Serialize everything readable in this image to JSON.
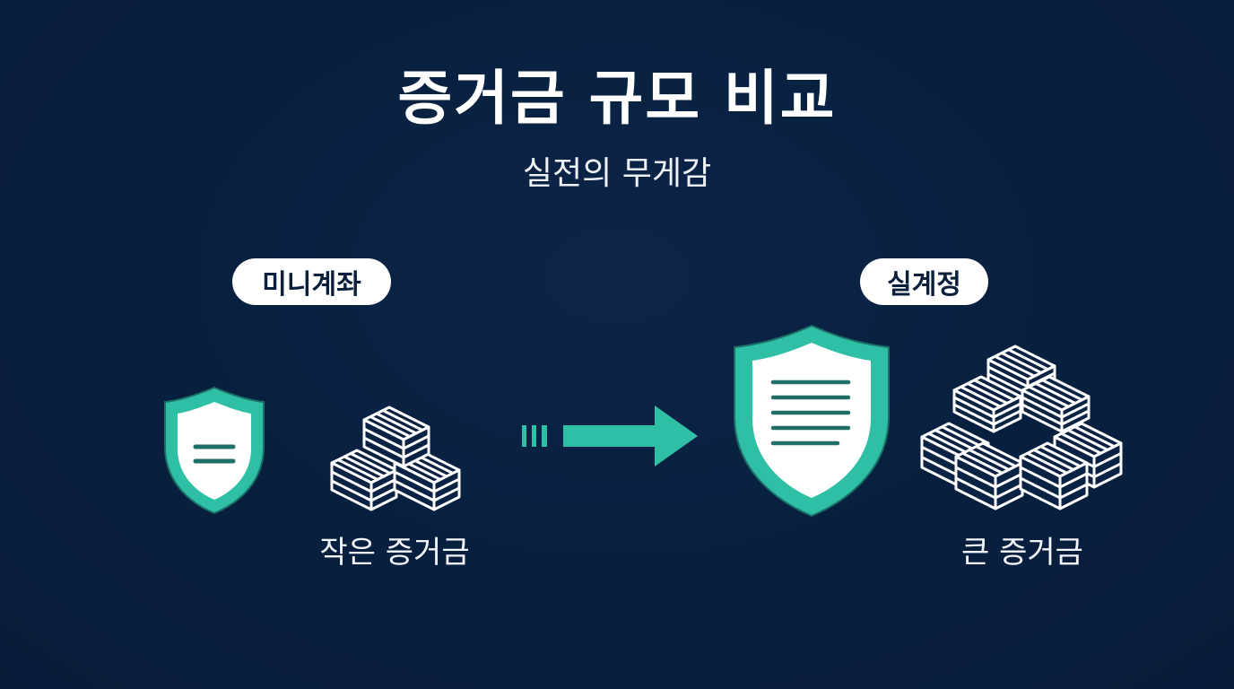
{
  "title": "증거금 규모 비교",
  "subtitle": "실전의 무게감",
  "left": {
    "label": "미니계좌",
    "caption": "작은 증거금"
  },
  "right": {
    "label": "실계정",
    "caption": "큰 증거금"
  },
  "colors": {
    "background": "#08203f",
    "accent": "#2fbfa5",
    "shield_fill": "#ffffff",
    "line": "#1f6f66"
  },
  "icons": {
    "shield": "shield-icon",
    "boxes": "box-stack-icon",
    "arrow": "arrow-right-icon"
  }
}
